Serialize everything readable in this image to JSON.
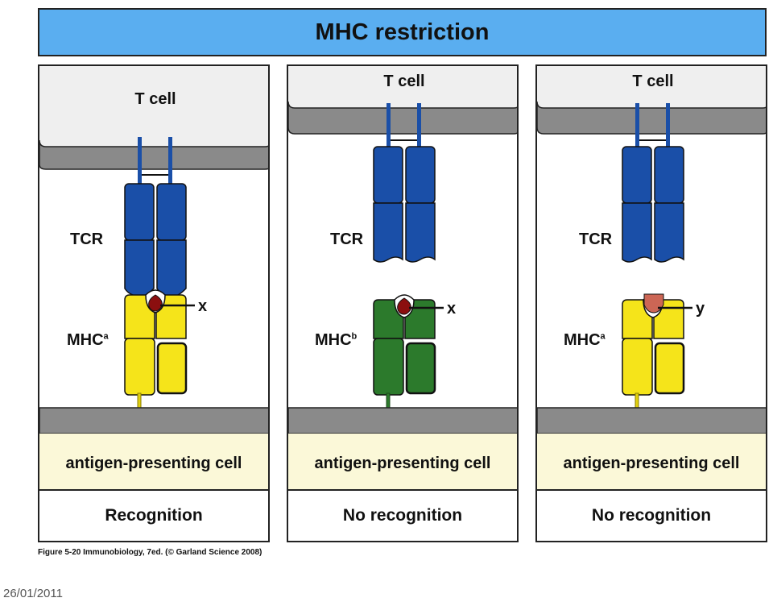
{
  "title": "MHC restriction",
  "panels": [
    {
      "t_cell_label": "T cell",
      "tcr_label": "TCR",
      "mhc_label": "MHC",
      "mhc_superscript": "a",
      "peptide_label": "x",
      "apc_label": "antigen-presenting cell",
      "outcome": "Recognition",
      "mhc_color": "#f5e41a",
      "peptide_color": "#8b0f0f"
    },
    {
      "t_cell_label": "T cell",
      "tcr_label": "TCR",
      "mhc_label": "MHC",
      "mhc_superscript": "b",
      "peptide_label": "x",
      "apc_label": "antigen-presenting cell",
      "outcome": "No recognition",
      "mhc_color": "#2c7a2c",
      "peptide_color": "#8b0f0f"
    },
    {
      "t_cell_label": "T cell",
      "tcr_label": "TCR",
      "mhc_label": "MHC",
      "mhc_superscript": "a",
      "peptide_label": "y",
      "apc_label": "antigen-presenting cell",
      "outcome": "No recognition",
      "mhc_color": "#f5e41a",
      "peptide_color": "#cc6655"
    }
  ],
  "caption": "Figure 5-20 Immunobiology, 7ed. (© Garland Science 2008)",
  "date": "26/01/2011",
  "colors": {
    "title_bg": "#5aaef0",
    "tcr": "#1a4fa8",
    "t_cell_fill": "#efefef",
    "membrane": "#8a8a8a",
    "apc_fill": "#fbf8d8"
  }
}
